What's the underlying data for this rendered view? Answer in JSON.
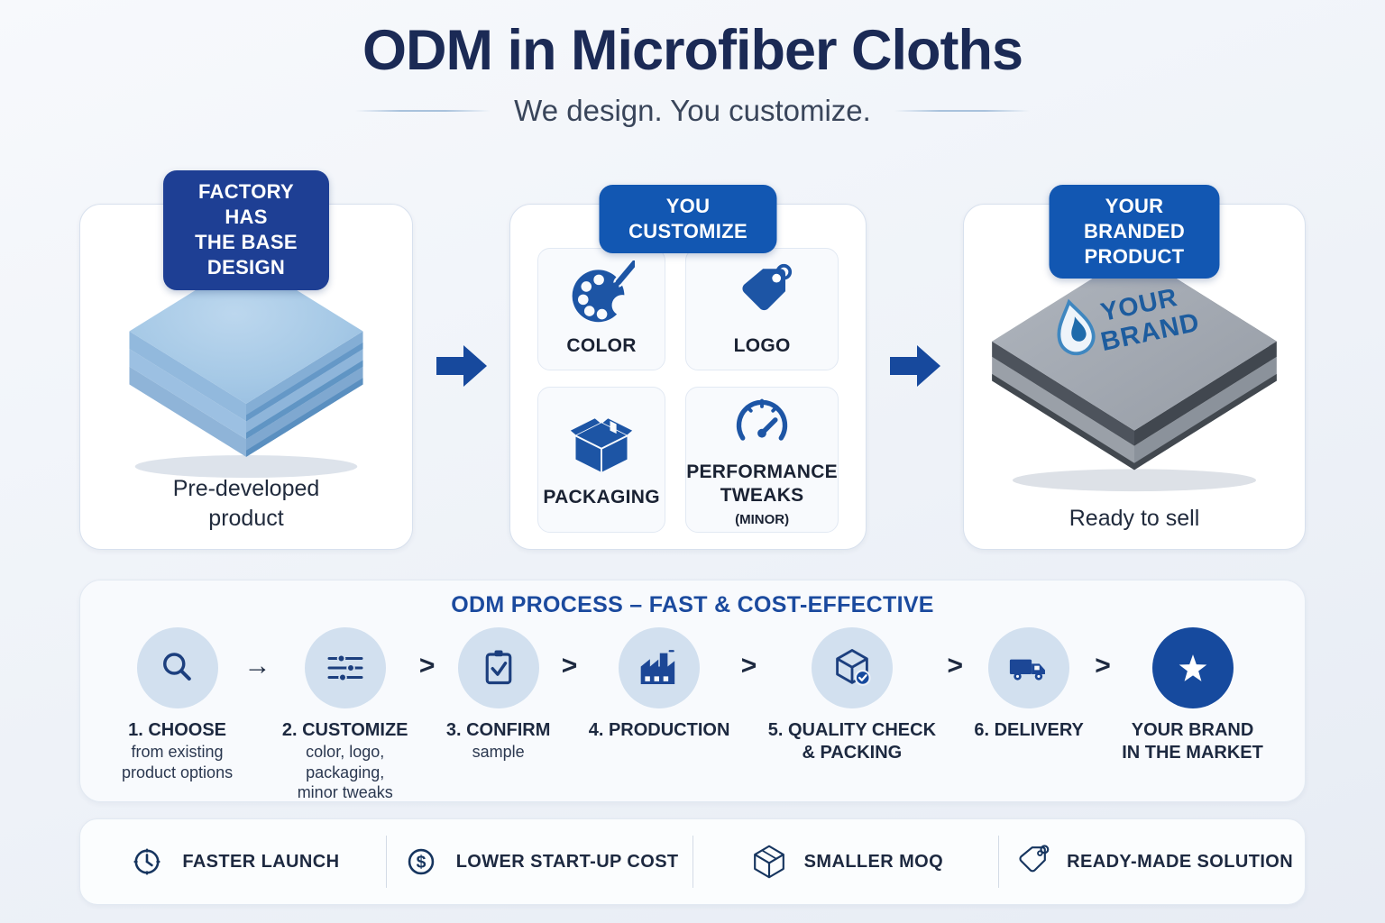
{
  "header": {
    "title": "ODM in Microfiber Cloths",
    "subtitle": "We design. You customize."
  },
  "panels": {
    "factory": {
      "badge": "FACTORY HAS\nTHE BASE DESIGN",
      "caption": "Pre-developed\nproduct",
      "image": "blue-microfiber-cloth-stack"
    },
    "customize": {
      "badge": "YOU CUSTOMIZE",
      "items": [
        {
          "label": "COLOR",
          "icon": "palette-icon"
        },
        {
          "label": "LOGO",
          "icon": "tag-icon"
        },
        {
          "label": "PACKAGING",
          "icon": "box-icon"
        },
        {
          "label": "PERFORMANCE\nTWEAKS",
          "sublabel": "(MINOR)",
          "icon": "gauge-icon"
        }
      ]
    },
    "branded": {
      "badge": "YOUR BRANDED PRODUCT",
      "caption": "Ready to sell",
      "logo_line1": "YOUR",
      "logo_line2": "BRAND",
      "image": "gray-branded-cloth"
    }
  },
  "process": {
    "title": "ODM PROCESS – FAST & COST-EFFECTIVE",
    "steps": [
      {
        "title": "1. CHOOSE",
        "sub": "from existing\nproduct options",
        "icon": "magnifier-icon"
      },
      {
        "title": "2. CUSTOMIZE",
        "sub": "color, logo,\npackaging,\nminor tweaks",
        "icon": "sliders-icon"
      },
      {
        "title": "3. CONFIRM",
        "sub": "sample",
        "icon": "clipboard-check-icon"
      },
      {
        "title": "4. PRODUCTION",
        "sub": "",
        "icon": "factory-icon"
      },
      {
        "title": "5. QUALITY CHECK\n& PACKING",
        "sub": "",
        "icon": "box-check-icon"
      },
      {
        "title": "6. DELIVERY",
        "sub": "",
        "icon": "truck-icon"
      },
      {
        "title": "YOUR BRAND\nIN THE MARKET",
        "sub": "",
        "icon": "star-icon"
      }
    ],
    "separators": [
      "→",
      ">",
      ">",
      ">",
      ">",
      ">"
    ]
  },
  "benefits": [
    {
      "label": "FASTER LAUNCH",
      "icon": "clock-icon"
    },
    {
      "label": "LOWER START-UP COST",
      "icon": "dollar-icon"
    },
    {
      "label": "SMALLER MOQ",
      "icon": "cube-outline-icon"
    },
    {
      "label": "READY-MADE SOLUTION",
      "icon": "tag-outline-icon"
    }
  ],
  "colors": {
    "title_navy": "#1b2a55",
    "badge_dark_blue": "#1e3f94",
    "badge_bright_blue": "#1257b2",
    "customize_icon_blue": "#1d55a5",
    "process_title_blue": "#1b4a9e",
    "step_circle_bg": "#d2e0ef",
    "step_icon_navy": "#1c3f7e",
    "final_circle_blue": "#164a9e",
    "flow_arrow_blue": "#17499d"
  }
}
